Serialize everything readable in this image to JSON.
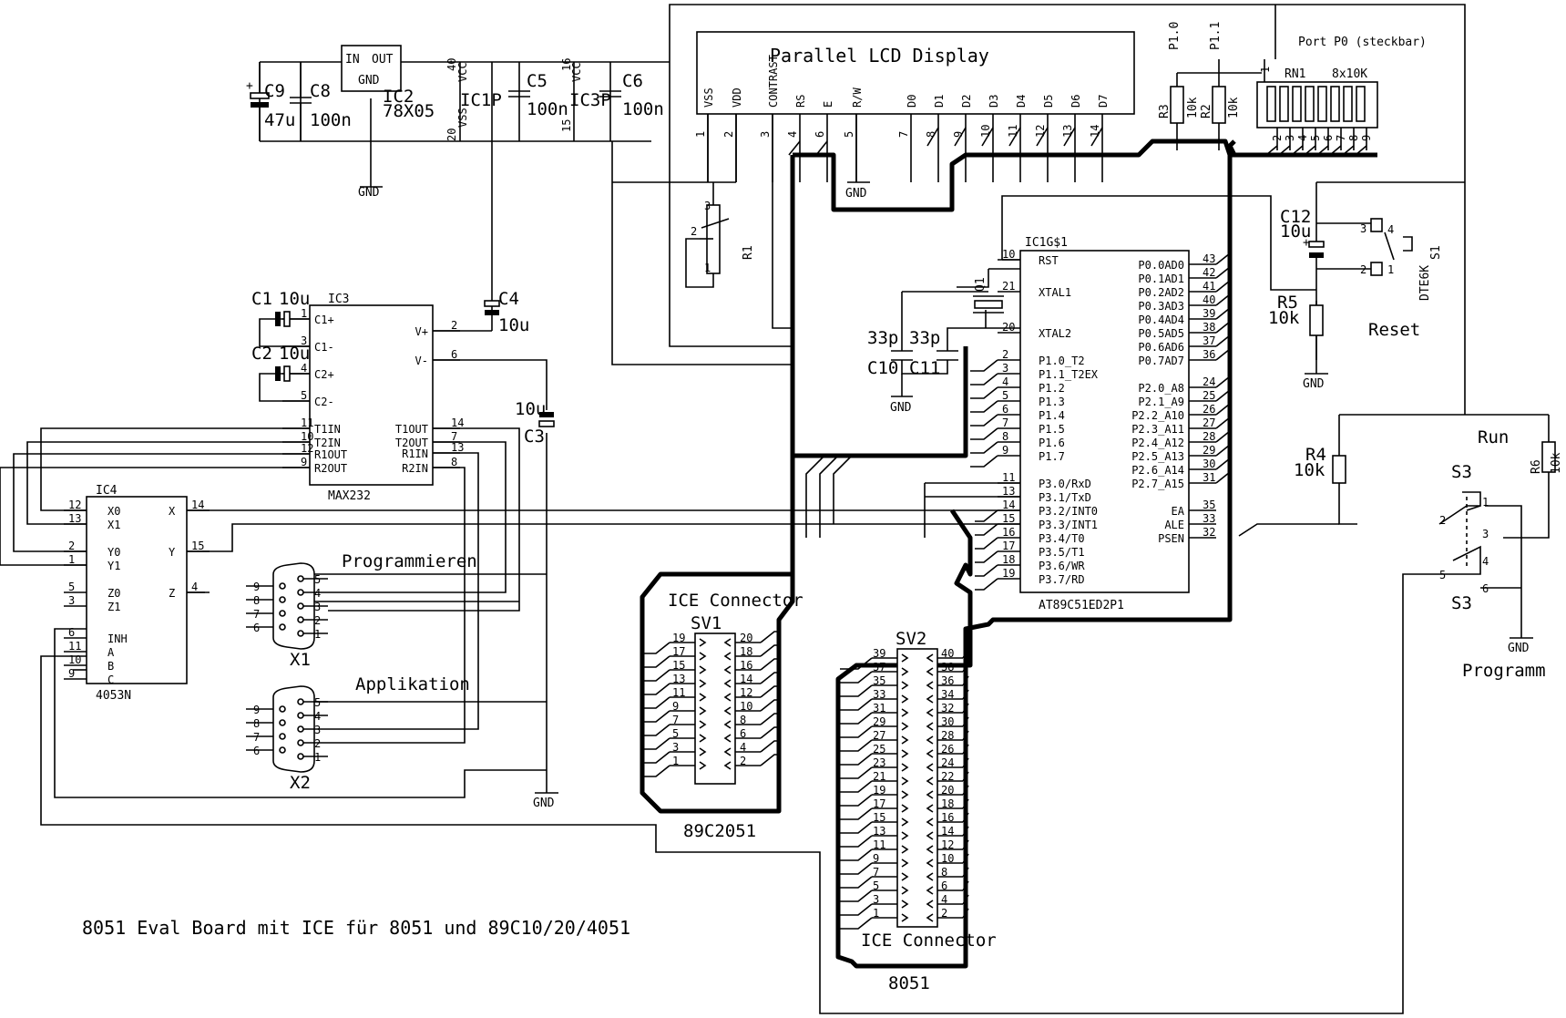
{
  "title": "8051 Eval Board mit ICE für 8051 und 89C10/20/4051",
  "lcd": {
    "name": "Parallel LCD Display",
    "pins": [
      {
        "l": "VSS",
        "n": "1"
      },
      {
        "l": "VDD",
        "n": "2"
      },
      {
        "l": "CONTRAST",
        "n": "3"
      },
      {
        "l": "RS",
        "n": "4"
      },
      {
        "l": "E",
        "n": "6"
      },
      {
        "l": "R/W",
        "n": "5"
      },
      {
        "l": "D0",
        "n": "7"
      },
      {
        "l": "D1",
        "n": "8"
      },
      {
        "l": "D2",
        "n": "9"
      },
      {
        "l": "D3",
        "n": "10"
      },
      {
        "l": "D4",
        "n": "11"
      },
      {
        "l": "D5",
        "n": "12"
      },
      {
        "l": "D6",
        "n": "13"
      },
      {
        "l": "D7",
        "n": "14"
      }
    ]
  },
  "power": {
    "c9": "C9",
    "c9v": "47u",
    "c8": "C8",
    "c8v": "100n",
    "ic2": "IC2",
    "ic2v": "78X05",
    "in": "IN",
    "out": "OUT",
    "gnd": "GND",
    "ic1p": "IC1P",
    "ic3p": "IC3P",
    "vcc": "VCC",
    "vss": "VSS",
    "c5": "C5",
    "c5v": "100n",
    "c6": "C6",
    "c6v": "100n",
    "p40": "40",
    "p20": "20",
    "p16": "16",
    "p15": "15"
  },
  "mcu": {
    "name": "IC1G$1",
    "part": "AT89C51ED2P1",
    "left": [
      {
        "n": "10",
        "l": "RST"
      },
      {
        "n": "21",
        "l": "XTAL1"
      },
      {
        "n": "20",
        "l": "XTAL2"
      },
      {
        "n": "2",
        "l": "P1.0_T2"
      },
      {
        "n": "3",
        "l": "P1.1_T2EX"
      },
      {
        "n": "4",
        "l": "P1.2"
      },
      {
        "n": "5",
        "l": "P1.3"
      },
      {
        "n": "6",
        "l": "P1.4"
      },
      {
        "n": "7",
        "l": "P1.5"
      },
      {
        "n": "8",
        "l": "P1.6"
      },
      {
        "n": "9",
        "l": "P1.7"
      },
      {
        "n": "11",
        "l": "P3.0/RxD"
      },
      {
        "n": "13",
        "l": "P3.1/TxD"
      },
      {
        "n": "14",
        "l": "P3.2/INT0"
      },
      {
        "n": "15",
        "l": "P3.3/INT1"
      },
      {
        "n": "16",
        "l": "P3.4/T0"
      },
      {
        "n": "17",
        "l": "P3.5/T1"
      },
      {
        "n": "18",
        "l": "P3.6/WR"
      },
      {
        "n": "19",
        "l": "P3.7/RD"
      }
    ],
    "right": [
      {
        "n": "43",
        "l": "P0.0AD0"
      },
      {
        "n": "42",
        "l": "P0.1AD1"
      },
      {
        "n": "41",
        "l": "P0.2AD2"
      },
      {
        "n": "40",
        "l": "P0.3AD3"
      },
      {
        "n": "39",
        "l": "P0.4AD4"
      },
      {
        "n": "38",
        "l": "P0.5AD5"
      },
      {
        "n": "37",
        "l": "P0.6AD6"
      },
      {
        "n": "36",
        "l": "P0.7AD7"
      },
      {
        "n": "24",
        "l": "P2.0_A8"
      },
      {
        "n": "25",
        "l": "P2.1_A9"
      },
      {
        "n": "26",
        "l": "P2.2_A10"
      },
      {
        "n": "27",
        "l": "P2.3_A11"
      },
      {
        "n": "28",
        "l": "P2.4_A12"
      },
      {
        "n": "29",
        "l": "P2.5_A13"
      },
      {
        "n": "30",
        "l": "P2.6_A14"
      },
      {
        "n": "31",
        "l": "P2.7_A15"
      },
      {
        "n": "35",
        "l": "EA"
      },
      {
        "n": "33",
        "l": "ALE"
      },
      {
        "n": "32",
        "l": "PSEN"
      }
    ]
  },
  "max232": {
    "name": "IC3",
    "part": "MAX232",
    "left": [
      {
        "n": "1",
        "l": "C1+"
      },
      {
        "n": "3",
        "l": "C1-"
      },
      {
        "n": "4",
        "l": "C2+"
      },
      {
        "n": "5",
        "l": "C2-"
      },
      {
        "n": "11",
        "l": "T1IN"
      },
      {
        "n": "10",
        "l": "T2IN"
      },
      {
        "n": "12",
        "l": "R1OUT"
      },
      {
        "n": "9",
        "l": "R2OUT"
      }
    ],
    "right": [
      {
        "n": "2",
        "l": "V+"
      },
      {
        "n": "6",
        "l": "V-"
      },
      {
        "n": "14",
        "l": "T1OUT"
      },
      {
        "n": "7",
        "l": "T2OUT"
      },
      {
        "n": "13",
        "l": "R1IN"
      },
      {
        "n": "8",
        "l": "R2IN"
      }
    ]
  },
  "mux": {
    "name": "IC4",
    "part": "4053N",
    "left": [
      {
        "n": "12",
        "l": "X0"
      },
      {
        "n": "13",
        "l": "X1"
      },
      {
        "n": "2",
        "l": "Y0"
      },
      {
        "n": "1",
        "l": "Y1"
      },
      {
        "n": "5",
        "l": "Z0"
      },
      {
        "n": "3",
        "l": "Z1"
      },
      {
        "n": "6",
        "l": "INH"
      },
      {
        "n": "11",
        "l": "A"
      },
      {
        "n": "10",
        "l": "B"
      },
      {
        "n": "9",
        "l": "C"
      }
    ],
    "right": [
      {
        "n": "14",
        "l": "X"
      },
      {
        "n": "15",
        "l": "Y"
      },
      {
        "n": "4",
        "l": "Z"
      }
    ]
  },
  "caps": {
    "c1": "C1",
    "c1v": "10u",
    "c2": "C2",
    "c2v": "10u",
    "c3": "C3",
    "c3v": "10u",
    "c4": "C4",
    "c4v": "10u",
    "c10": "C10",
    "c10v": "33p",
    "c11": "C11",
    "c11v": "33p",
    "c12": "C12",
    "c12v": "10u",
    "q1": "Q1"
  },
  "resistors": {
    "r1": "R1",
    "r2": "R2",
    "r2v": "10k",
    "r3": "R3",
    "r3v": "10k",
    "r4": "R4",
    "r4v": "10k",
    "r5": "R5",
    "r5v": "10k",
    "r6": "R6",
    "r6v": "10k",
    "rn1": "RN1",
    "rn1v": "8x10K",
    "p10": "P1.0",
    "p11": "P1.1",
    "port0": "Port P0 (steckbar)",
    "rnpins": [
      "1",
      "2",
      "3",
      "4",
      "5",
      "6",
      "7",
      "8",
      "9"
    ]
  },
  "connectors": {
    "x1": "X1",
    "x1l": "Programmieren",
    "x2": "X2",
    "x2l": "Applikation",
    "dsub": [
      "5",
      "9",
      "4",
      "8",
      "3",
      "7",
      "2",
      "6",
      "1"
    ],
    "sv1": "SV1",
    "sv1title": "ICE Connector",
    "sv1sub": "89C2051",
    "sv2": "SV2",
    "sv2title": "ICE Connector",
    "sv2sub": "8051"
  },
  "switches": {
    "reset": "Reset",
    "s1": "S1",
    "s1type": "DTE6K",
    "s3": "S3",
    "run": "Run",
    "programm": "Programm"
  },
  "nets": {
    "gnd": "GND"
  }
}
